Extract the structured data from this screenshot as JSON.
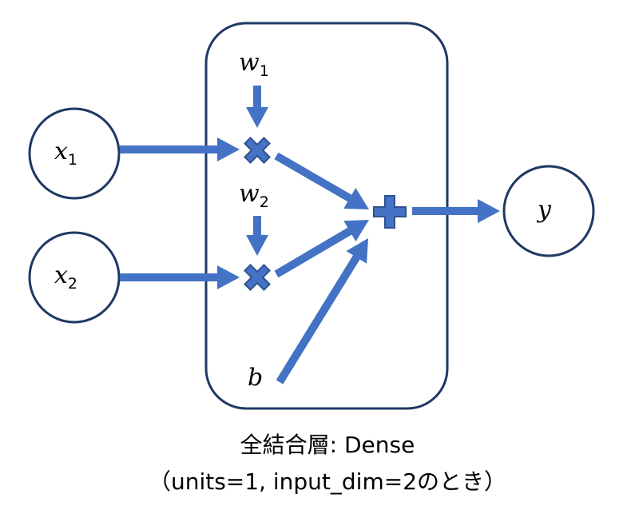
{
  "inputs": {
    "x1": {
      "symbol": "x",
      "subscript": "1"
    },
    "x2": {
      "symbol": "x",
      "subscript": "2"
    }
  },
  "weights": {
    "w1": {
      "symbol": "w",
      "subscript": "1"
    },
    "w2": {
      "symbol": "w",
      "subscript": "2"
    }
  },
  "bias": {
    "symbol": "b"
  },
  "output": {
    "symbol": "y"
  },
  "caption": {
    "line1": "全結合層: Dense",
    "line2": "（units=1, input_dim=2のとき）"
  },
  "colors": {
    "arrow": "#4472C4",
    "operator_fill": "#4472C4",
    "operator_stroke": "#2F528F",
    "circle_stroke": "#1F3864",
    "box_stroke": "#1F3864"
  }
}
